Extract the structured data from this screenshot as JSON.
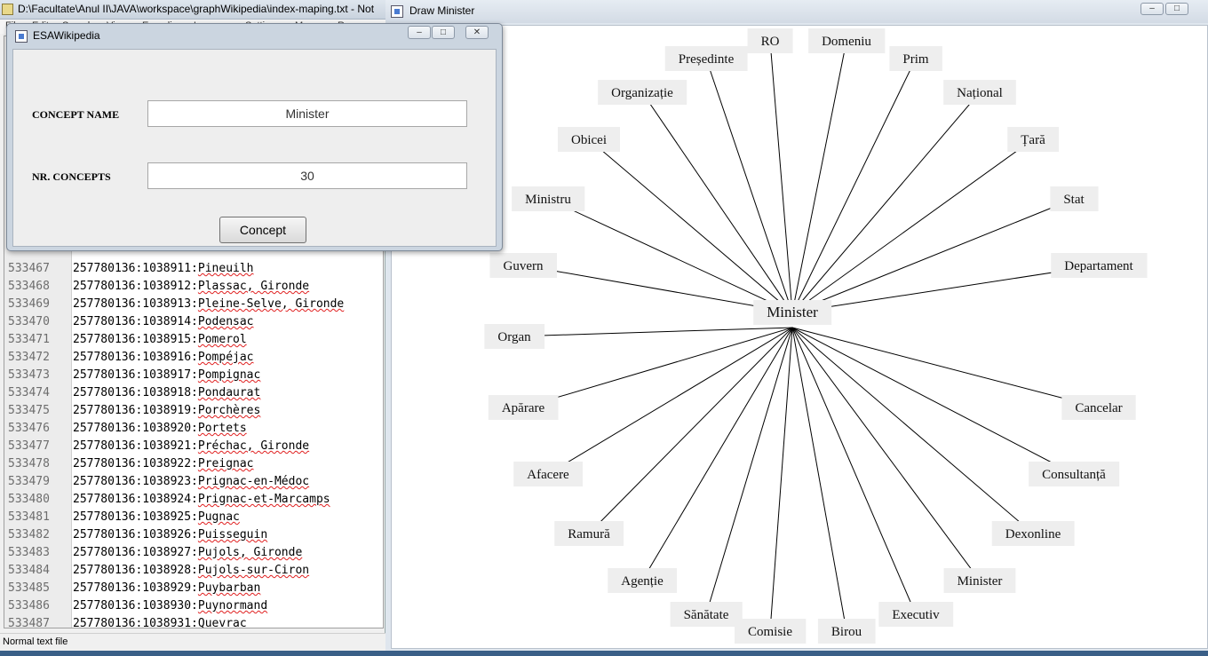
{
  "notepad": {
    "title": "D:\\Facultate\\Anul II\\JAVA\\workspace\\graphWikipedia\\index-maping.txt - Not",
    "menu": [
      "File",
      "Edit",
      "Search",
      "View",
      "Encoding",
      "Language",
      "Settings",
      "Macro",
      "R"
    ],
    "lines": [
      {
        "num": "533467",
        "prefix": "257780136:1038911:",
        "word": "Pineuilh"
      },
      {
        "num": "533468",
        "prefix": "257780136:1038912:",
        "word": "Plassac, Gironde"
      },
      {
        "num": "533469",
        "prefix": "257780136:1038913:",
        "word": "Pleine-Selve, Gironde"
      },
      {
        "num": "533470",
        "prefix": "257780136:1038914:",
        "word": "Podensac"
      },
      {
        "num": "533471",
        "prefix": "257780136:1038915:",
        "word": "Pomerol"
      },
      {
        "num": "533472",
        "prefix": "257780136:1038916:",
        "word": "Pompéjac"
      },
      {
        "num": "533473",
        "prefix": "257780136:1038917:",
        "word": "Pompignac"
      },
      {
        "num": "533474",
        "prefix": "257780136:1038918:",
        "word": "Pondaurat"
      },
      {
        "num": "533475",
        "prefix": "257780136:1038919:",
        "word": "Porchères"
      },
      {
        "num": "533476",
        "prefix": "257780136:1038920:",
        "word": "Portets"
      },
      {
        "num": "533477",
        "prefix": "257780136:1038921:",
        "word": "Préchac, Gironde"
      },
      {
        "num": "533478",
        "prefix": "257780136:1038922:",
        "word": "Preignac"
      },
      {
        "num": "533479",
        "prefix": "257780136:1038923:",
        "word": "Prignac-en-Médoc"
      },
      {
        "num": "533480",
        "prefix": "257780136:1038924:",
        "word": "Prignac-et-Marcamps"
      },
      {
        "num": "533481",
        "prefix": "257780136:1038925:",
        "word": "Pugnac"
      },
      {
        "num": "533482",
        "prefix": "257780136:1038926:",
        "word": "Puisseguin"
      },
      {
        "num": "533483",
        "prefix": "257780136:1038927:",
        "word": "Pujols, Gironde"
      },
      {
        "num": "533484",
        "prefix": "257780136:1038928:",
        "word": "Pujols-sur-Ciron"
      },
      {
        "num": "533485",
        "prefix": "257780136:1038929:",
        "word": "Puybarban"
      },
      {
        "num": "533486",
        "prefix": "257780136:1038930:",
        "word": "Puynormand"
      },
      {
        "num": "533487",
        "prefix": "257780136:1038931:",
        "word": "Quevrac"
      }
    ],
    "status": "Normal text file"
  },
  "dialog": {
    "title": "ESAWikipedia",
    "concept_name_label": "CONCEPT NAME",
    "concept_name_value": "Minister",
    "nr_concepts_label": "NR. CONCEPTS",
    "nr_concepts_value": "30",
    "button_label": "Concept"
  },
  "draw_window": {
    "title": "Draw Minister",
    "center": "Minister",
    "nodes": [
      "RO",
      "Domeniu",
      "Prim",
      "Național",
      "Țară",
      "Stat",
      "Departament",
      "Cancelar",
      "Consultanță",
      "Dexonline",
      "Minister",
      "Executiv",
      "Birou",
      "Comisie",
      "Sănătate",
      "Agenție",
      "Ramură",
      "Afacere",
      "Apărare",
      "Organ",
      "Guvern",
      "Ministru",
      "Obicei",
      "Organizație",
      "Președinte"
    ]
  },
  "colors": {
    "node_bg": "#eeeeee",
    "edge": "#000000",
    "titlebar": "#dfe6ee"
  }
}
